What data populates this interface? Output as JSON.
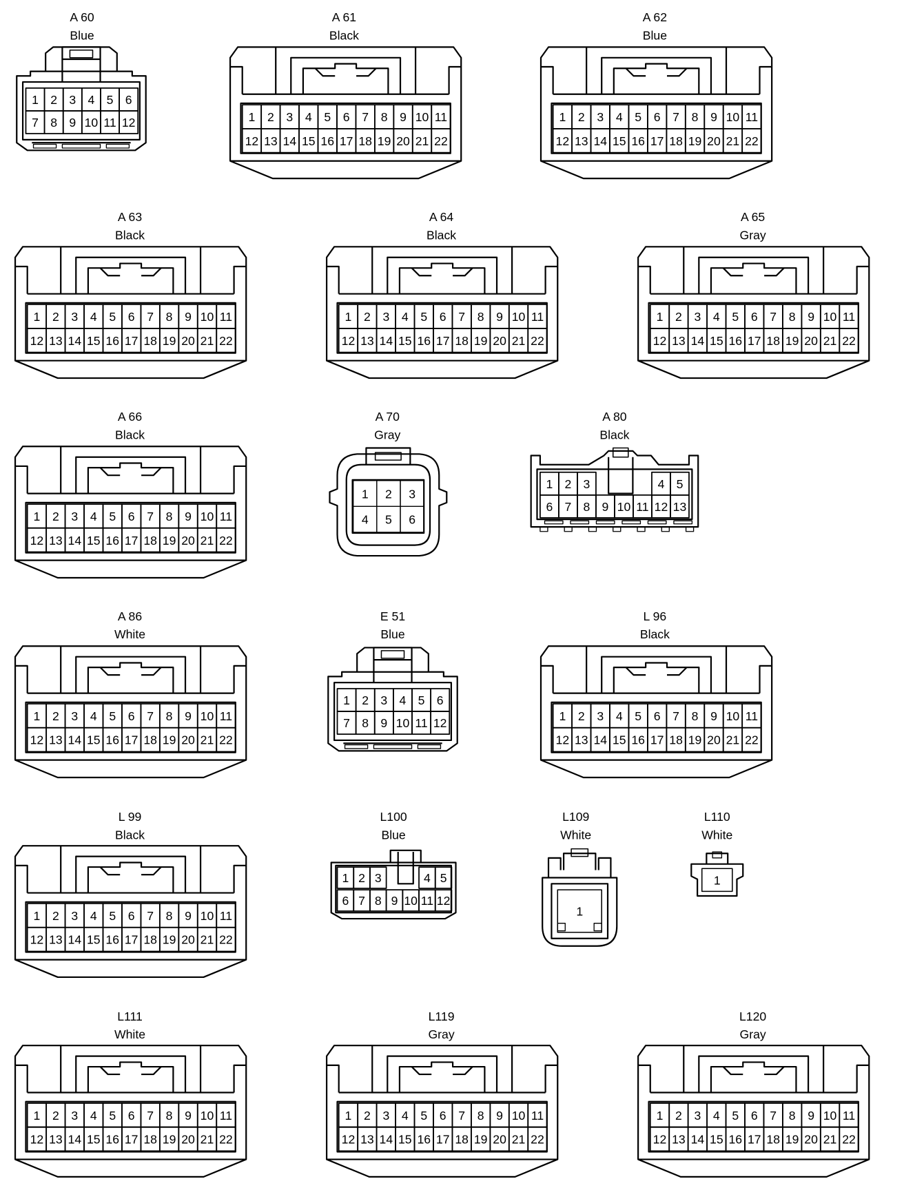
{
  "connectors": [
    {
      "id": "A 60",
      "color": "Blue",
      "type": "std12",
      "pins": [
        [
          "1",
          "2",
          "3",
          "4",
          "5",
          "6"
        ],
        [
          "7",
          "8",
          "9",
          "10",
          "11",
          "12"
        ]
      ]
    },
    {
      "id": "A 61",
      "color": "Black",
      "type": "p22",
      "pins": [
        [
          "1",
          "2",
          "3",
          "4",
          "5",
          "6",
          "7",
          "8",
          "9",
          "10",
          "11"
        ],
        [
          "12",
          "13",
          "14",
          "15",
          "16",
          "17",
          "18",
          "19",
          "20",
          "21",
          "22"
        ]
      ]
    },
    {
      "id": "A 62",
      "color": "Blue",
      "type": "p22",
      "pins": [
        [
          "1",
          "2",
          "3",
          "4",
          "5",
          "6",
          "7",
          "8",
          "9",
          "10",
          "11"
        ],
        [
          "12",
          "13",
          "14",
          "15",
          "16",
          "17",
          "18",
          "19",
          "20",
          "21",
          "22"
        ]
      ]
    },
    {
      "id": "A 63",
      "color": "Black",
      "type": "p22",
      "pins": [
        [
          "1",
          "2",
          "3",
          "4",
          "5",
          "6",
          "7",
          "8",
          "9",
          "10",
          "11"
        ],
        [
          "12",
          "13",
          "14",
          "15",
          "16",
          "17",
          "18",
          "19",
          "20",
          "21",
          "22"
        ]
      ]
    },
    {
      "id": "A 64",
      "color": "Black",
      "type": "p22",
      "pins": [
        [
          "1",
          "2",
          "3",
          "4",
          "5",
          "6",
          "7",
          "8",
          "9",
          "10",
          "11"
        ],
        [
          "12",
          "13",
          "14",
          "15",
          "16",
          "17",
          "18",
          "19",
          "20",
          "21",
          "22"
        ]
      ]
    },
    {
      "id": "A 65",
      "color": "Gray",
      "type": "p22",
      "pins": [
        [
          "1",
          "2",
          "3",
          "4",
          "5",
          "6",
          "7",
          "8",
          "9",
          "10",
          "11"
        ],
        [
          "12",
          "13",
          "14",
          "15",
          "16",
          "17",
          "18",
          "19",
          "20",
          "21",
          "22"
        ]
      ]
    },
    {
      "id": "A 66",
      "color": "Black",
      "type": "p22",
      "pins": [
        [
          "1",
          "2",
          "3",
          "4",
          "5",
          "6",
          "7",
          "8",
          "9",
          "10",
          "11"
        ],
        [
          "12",
          "13",
          "14",
          "15",
          "16",
          "17",
          "18",
          "19",
          "20",
          "21",
          "22"
        ]
      ]
    },
    {
      "id": "A 70",
      "color": "Gray",
      "type": "p6",
      "pins": [
        [
          "1",
          "2",
          "3"
        ],
        [
          "4",
          "5",
          "6"
        ]
      ]
    },
    {
      "id": "A 80",
      "color": "Black",
      "type": "p13",
      "pins": [
        [
          "1",
          "2",
          "3",
          "",
          "",
          "4",
          "5"
        ],
        [
          "6",
          "7",
          "8",
          "9",
          "10",
          "11",
          "12",
          "13"
        ]
      ]
    },
    {
      "id": "A 86",
      "color": "White",
      "type": "p22",
      "pins": [
        [
          "1",
          "2",
          "3",
          "4",
          "5",
          "6",
          "7",
          "8",
          "9",
          "10",
          "11"
        ],
        [
          "12",
          "13",
          "14",
          "15",
          "16",
          "17",
          "18",
          "19",
          "20",
          "21",
          "22"
        ]
      ]
    },
    {
      "id": "E 51",
      "color": "Blue",
      "type": "std12",
      "pins": [
        [
          "1",
          "2",
          "3",
          "4",
          "5",
          "6"
        ],
        [
          "7",
          "8",
          "9",
          "10",
          "11",
          "12"
        ]
      ]
    },
    {
      "id": "L 96",
      "color": "Black",
      "type": "p22",
      "pins": [
        [
          "1",
          "2",
          "3",
          "4",
          "5",
          "6",
          "7",
          "8",
          "9",
          "10",
          "11"
        ],
        [
          "12",
          "13",
          "14",
          "15",
          "16",
          "17",
          "18",
          "19",
          "20",
          "21",
          "22"
        ]
      ]
    },
    {
      "id": "L 99",
      "color": "Black",
      "type": "p22",
      "pins": [
        [
          "1",
          "2",
          "3",
          "4",
          "5",
          "6",
          "7",
          "8",
          "9",
          "10",
          "11"
        ],
        [
          "12",
          "13",
          "14",
          "15",
          "16",
          "17",
          "18",
          "19",
          "20",
          "21",
          "22"
        ]
      ]
    },
    {
      "id": "L100",
      "color": "Blue",
      "type": "p12s",
      "pins": [
        [
          "1",
          "2",
          "3",
          "",
          "",
          "4",
          "5"
        ],
        [
          "6",
          "7",
          "8",
          "9",
          "10",
          "11",
          "12"
        ]
      ]
    },
    {
      "id": "L109",
      "color": "White",
      "type": "p1a",
      "pins": [
        [
          "1"
        ]
      ]
    },
    {
      "id": "L110",
      "color": "White",
      "type": "p1b",
      "pins": [
        [
          "1"
        ]
      ]
    },
    {
      "id": "L111",
      "color": "White",
      "type": "p22",
      "pins": [
        [
          "1",
          "2",
          "3",
          "4",
          "5",
          "6",
          "7",
          "8",
          "9",
          "10",
          "11"
        ],
        [
          "12",
          "13",
          "14",
          "15",
          "16",
          "17",
          "18",
          "19",
          "20",
          "21",
          "22"
        ]
      ]
    },
    {
      "id": "L119",
      "color": "Gray",
      "type": "p22",
      "pins": [
        [
          "1",
          "2",
          "3",
          "4",
          "5",
          "6",
          "7",
          "8",
          "9",
          "10",
          "11"
        ],
        [
          "12",
          "13",
          "14",
          "15",
          "16",
          "17",
          "18",
          "19",
          "20",
          "21",
          "22"
        ]
      ]
    },
    {
      "id": "L120",
      "color": "Gray",
      "type": "p22",
      "pins": [
        [
          "1",
          "2",
          "3",
          "4",
          "5",
          "6",
          "7",
          "8",
          "9",
          "10",
          "11"
        ],
        [
          "12",
          "13",
          "14",
          "15",
          "16",
          "17",
          "18",
          "19",
          "20",
          "21",
          "22"
        ]
      ]
    }
  ]
}
